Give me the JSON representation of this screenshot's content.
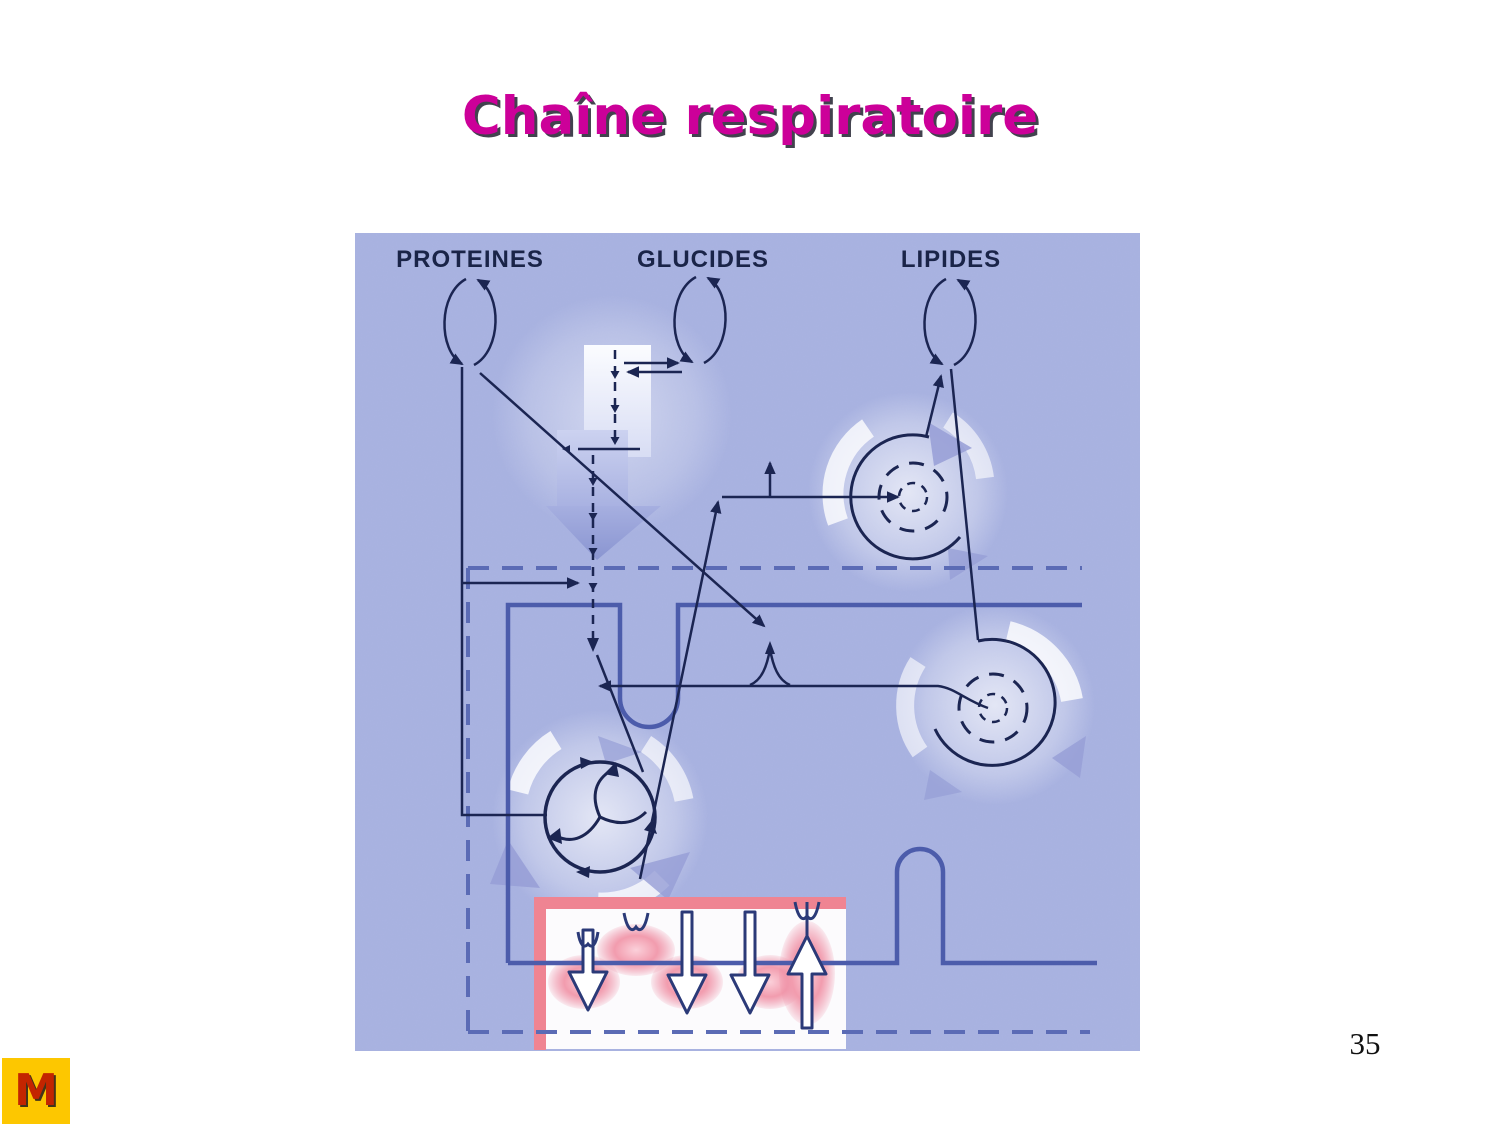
{
  "slide": {
    "title": "Chaîne respiratoire",
    "page_number": "35",
    "logo_letter": "M",
    "colors": {
      "title_text": "#cc0099",
      "background": "#ffffff",
      "logo_background": "#fdc700",
      "logo_letter": "#c32500"
    }
  },
  "diagram": {
    "labels": [
      {
        "text": "PROTEINES"
      },
      {
        "text": "GLUCIDES"
      },
      {
        "text": "LIPIDES"
      }
    ],
    "parts": {
      "proteines_turnover_cycle": "elliptical cycle arrows",
      "glucides_turnover_cycle": "elliptical cycle arrows",
      "lipides_turnover_cycle": "elliptical cycle arrows",
      "glycolysis_arrow": "large light downward arrow with dashed flux line",
      "reversible_reaction_arrows": "double horizontal arrows",
      "beta_oxidation_spiral_upper": "dark spiral with light swirl",
      "beta_oxidation_spiral_lower": "dark spiral with light swirl",
      "krebs_cycle": "circle with triskelion spokes and light swirl",
      "membrane_lines": "solid slate-blue lines with U-dip and arch",
      "mitochondrial_boundary": "dashed slate-blue lines",
      "respiratory_chain_box": "white box with pink border shadow",
      "respiratory_complexes": "five pink blobs",
      "proton_pumping_arrows": "three open downward arrows",
      "atp_synthase_arrow": "open upward arrow with fork"
    },
    "colors": {
      "background": "#a7b1e0",
      "dark_line": "#1b2552",
      "membrane_line": "#4c5cab",
      "dashed_line": "#5b6bb5",
      "box_border_pink": "#ef8492",
      "complex_pink": "#f29cae",
      "box_fill": "#fcfbfd",
      "light_arrow": "#c5cdef"
    }
  }
}
